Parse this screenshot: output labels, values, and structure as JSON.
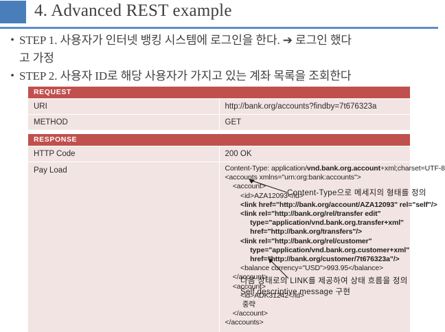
{
  "header": {
    "title": "4. Advanced REST example",
    "accent_color": "#4A7EBB",
    "divider_color": "#5B8DC8"
  },
  "bullets": [
    {
      "marker": "•",
      "text": "STEP 1. 사용자가 인터넷 뱅킹 시스템에 로그인을 한다. ➔ 로그인 했다"
    },
    {
      "marker": "",
      "text": "고 가정"
    },
    {
      "marker": "•",
      "text": "STEP 2. 사용자 ID로 해당 사용자가 가지고 있는 계좌 목록을 조회한다"
    }
  ],
  "table_colors": {
    "header_bg": "#C0504D",
    "header_fg": "#FFFFFF",
    "row_bg": "#F2E4E3"
  },
  "request": {
    "section_label": "REQUEST",
    "rows": [
      {
        "label": "URI",
        "value": "http://bank.org/accounts?findby=7t676323a"
      },
      {
        "label": "METHOD",
        "value": "GET"
      }
    ]
  },
  "response": {
    "section_label": "RESPONSE",
    "rows": [
      {
        "label": "HTTP Code",
        "value": "200 OK"
      }
    ],
    "payload_label": "Pay Load",
    "payload_lines": [
      {
        "segments": [
          {
            "text": "Content-Type: application/",
            "bold": false
          },
          {
            "text": "vnd.bank.org.account",
            "bold": true
          },
          {
            "text": "+xml;charset=UTF-8",
            "bold": false
          }
        ]
      },
      {
        "segments": [
          {
            "text": "<accounts xmlns=\"urn:org:bank:accounts\">",
            "bold": false
          }
        ]
      },
      {
        "segments": [
          {
            "text": "    <account>",
            "bold": false
          }
        ]
      },
      {
        "segments": [
          {
            "text": "        <id>AZA12093</id>",
            "bold": false
          }
        ]
      },
      {
        "segments": [
          {
            "text": "        <link href=\"http://bank.org/account/AZA12093\" rel=\"self\"/>",
            "bold": true
          }
        ]
      },
      {
        "segments": [
          {
            "text": "        <link rel=\"http://bank.org/rel/transfer edit\"",
            "bold": true
          }
        ]
      },
      {
        "segments": [
          {
            "text": "             type=\"application/vnd.bank.org.transfer+xml\"",
            "bold": true
          }
        ]
      },
      {
        "segments": [
          {
            "text": "             href=\"http://bank.org/transfers\"/>",
            "bold": true
          }
        ]
      },
      {
        "segments": [
          {
            "text": "        <link rel=\"http://bank.org/rel/customer\"",
            "bold": true
          }
        ]
      },
      {
        "segments": [
          {
            "text": "             type=\"application/vnd.bank.org.customer+xml\"",
            "bold": true
          }
        ]
      },
      {
        "segments": [
          {
            "text": "             href=\"http://bank.org/customer/7t676323a\"/>",
            "bold": true
          }
        ]
      },
      {
        "segments": [
          {
            "text": "        <balance currency=\"USD\">993.95</balance>",
            "bold": false
          }
        ]
      },
      {
        "segments": [
          {
            "text": "    </account>",
            "bold": false
          }
        ]
      },
      {
        "segments": [
          {
            "text": "    <account>",
            "bold": false
          }
        ]
      },
      {
        "segments": [
          {
            "text": "        <id>ADK31242</id>",
            "bold": false
          }
        ]
      },
      {
        "segments": [
          {
            "text": "         중략",
            "bold": false
          }
        ]
      },
      {
        "segments": [
          {
            "text": "    </account>",
            "bold": false
          }
        ]
      },
      {
        "segments": [
          {
            "text": "</accounts>",
            "bold": false
          }
        ]
      }
    ]
  },
  "annotations": {
    "content_type": "Content-Type으로 메세지의 형태를 정의",
    "link_line1": "다음 상태로의 LINK를 제공하여 상태 흐름을 정의",
    "link_line2": "Self descriptive message 구현"
  }
}
